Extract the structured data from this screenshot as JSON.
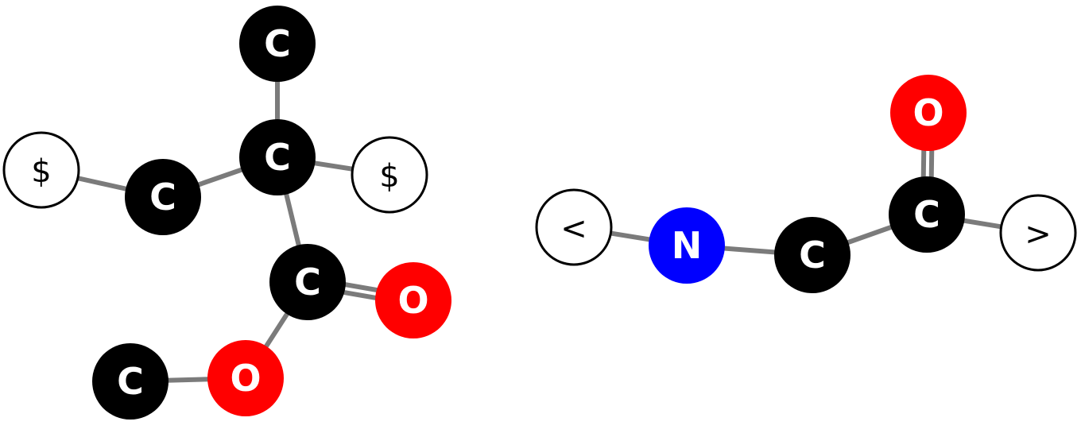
{
  "colors": {
    "carbon": "#000000",
    "oxygen": "#ff0000",
    "nitrogen": "#0000ff",
    "cap": "#ffffff",
    "bond": "#7b7b7b"
  },
  "fragments": [
    {
      "atoms": [
        {
          "label": "C",
          "element": "carbon"
        },
        {
          "label": "C",
          "element": "carbon"
        },
        {
          "label": "$",
          "element": "cap"
        },
        {
          "label": "C",
          "element": "carbon"
        },
        {
          "label": "$",
          "element": "cap"
        },
        {
          "label": "C",
          "element": "carbon"
        },
        {
          "label": "O",
          "element": "oxygen"
        },
        {
          "label": "O",
          "element": "oxygen"
        },
        {
          "label": "C",
          "element": "carbon"
        }
      ]
    },
    {
      "atoms": [
        {
          "label": "<",
          "element": "cap"
        },
        {
          "label": "N",
          "element": "nitrogen"
        },
        {
          "label": "C",
          "element": "carbon"
        },
        {
          "label": "C",
          "element": "carbon"
        },
        {
          "label": "O",
          "element": "oxygen"
        },
        {
          "label": ">",
          "element": "cap"
        }
      ]
    }
  ]
}
